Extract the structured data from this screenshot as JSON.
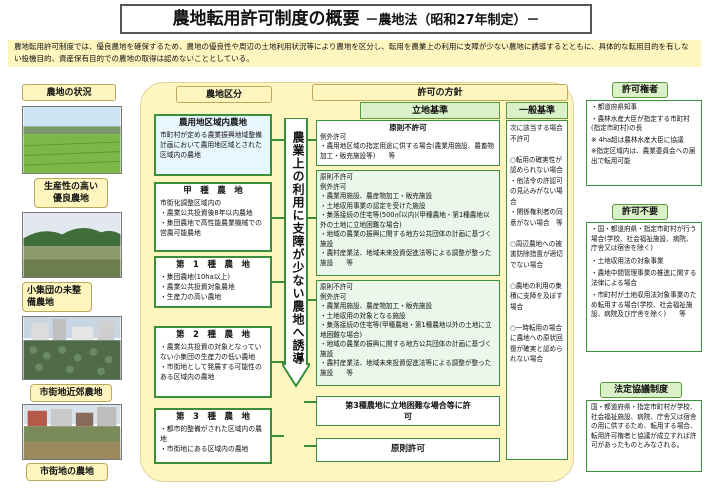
{
  "title": {
    "main": "農地転用許可制度の概要",
    "sub": "－農地法（昭和27年制定）－"
  },
  "intro": "農地転用許可制度では、優良農地を確保するため、農地の優良性や周辺の土地利用状況等により農地を区分し、転用を農業上の利用に支障が少ない農地に誘導するとともに、具体的な転用目的を有しない投機目的、資産保有目的での農地の取得は認めないこととしている。",
  "headers": {
    "farm_status": "農地の状況",
    "zoning": "農地区分",
    "policy": "許可の方針",
    "location": "立地基準",
    "general": "一般基準"
  },
  "farms": [
    {
      "label": "生産性の高い\n優良農地"
    },
    {
      "label": "小集団の未整\n備農地"
    },
    {
      "label": "市街地近郊農地"
    },
    {
      "label": "市街地の農地"
    }
  ],
  "zones": [
    {
      "title": "農用地区域内農地",
      "body": "市町村が定める農業振興地域整備計画において農用地区域とされた区域内の農地"
    },
    {
      "title": "甲　種　農　地",
      "body": "市街化調整区域内の\n・農業公共投資後8年以内農地\n・集団農地で高性能農業機械での営農可能農地"
    },
    {
      "title": "第　1　種　農　地",
      "body": "・集団農地(10ha以上)\n・農業公共投資対象農地\n・生産力の高い農地"
    },
    {
      "title": "第　2　種　農　地",
      "body": "・農業公共投資の対象となっていない小集団の生産力の低い農地\n・市街地として発展する可能性のある区域内の農地"
    },
    {
      "title": "第　3　種　農　地",
      "body": "・都市的整備がされた区域内の農地\n・市街地にある区域内の農地"
    }
  ],
  "arrow_text": "農業上の利用に支障が少ない農地へ誘導",
  "criteria": [
    {
      "title": "原則不許可",
      "body": "例外許可\n・農用地区域の指定用途に供する場合(農業用施設、農畜物加工・販売施設等)　　等"
    },
    {
      "title": "原則不許可",
      "body": "例外許可\n・農業用施設、農産物加工・販売施設\n・土地収用事業の認定を受けた施設\n・集落接続の住宅等(500㎡以内)(甲種農地・第1種農地以外の土地に立地困難な場合)\n・地域の農業の振興に関する地方公共団体の計画に基づく施設\n・農村産業法、地域未来投資促進法等による調整が整った施設　　等"
    },
    {
      "title": "原則不許可",
      "body": "例外許可\n・農業用施設、農産物加工・販売施設\n・土地収用の対象となる施設\n・集落接続の住宅等(甲種農地・第1種農地以外の土地に立地困難な場合)\n・地域の農業の振興に関する地方公共団体の計画に基づく施設\n・農村産業法、地域未来投資促進法等による調整が整った施設　　等"
    },
    {
      "title": "第3種農地に立地困難な場合等に許可",
      "body": ""
    },
    {
      "title": "原則許可",
      "body": ""
    }
  ],
  "general": "次に該当する場合不許可\n\n○転用の確実性が認められない場合\n・他法令の許認可の見込みがない場合\n・関係権利者の同意がない場合　等\n\n○周辺農地への被害防除措置が適切でない場合\n\n○農地の利用の集積に支障を及ぼす場合\n\n○一時転用の場合に農地への原状回復が確実と認められない場合",
  "permit_authority": {
    "title": "許可権者",
    "items": [
      "・都道府県知事",
      "・農林水産大臣が指定する市町村(指定市町村)の長",
      "※ 4ha超は農林水産大臣に協議",
      "※指定区域内は、農業委員会への届出で転用可能"
    ]
  },
  "no_permit": {
    "title": "許可不要",
    "items": [
      "・国・都道府県・指定市町村が行う場合(学校、社会福祉施設、病院、庁舎又は宿舎を除く)",
      "・土地収用法の対象事業",
      "・農地中間管理事業の推進に関する法律による場合",
      "・市町村が土地収用法対象事業のため転用する場合(学校、社会福祉施設、病院及び庁舎を除く)　　等"
    ]
  },
  "consultation": {
    "title": "法定協議制度",
    "body": "国・都道府県・指定市町村が学校、社会福祉施設、病院、庁舎又は宿舎の用に供するため、転用する場合、転用許可権者と協議が成立すれば許可があったものとみなされる。"
  }
}
